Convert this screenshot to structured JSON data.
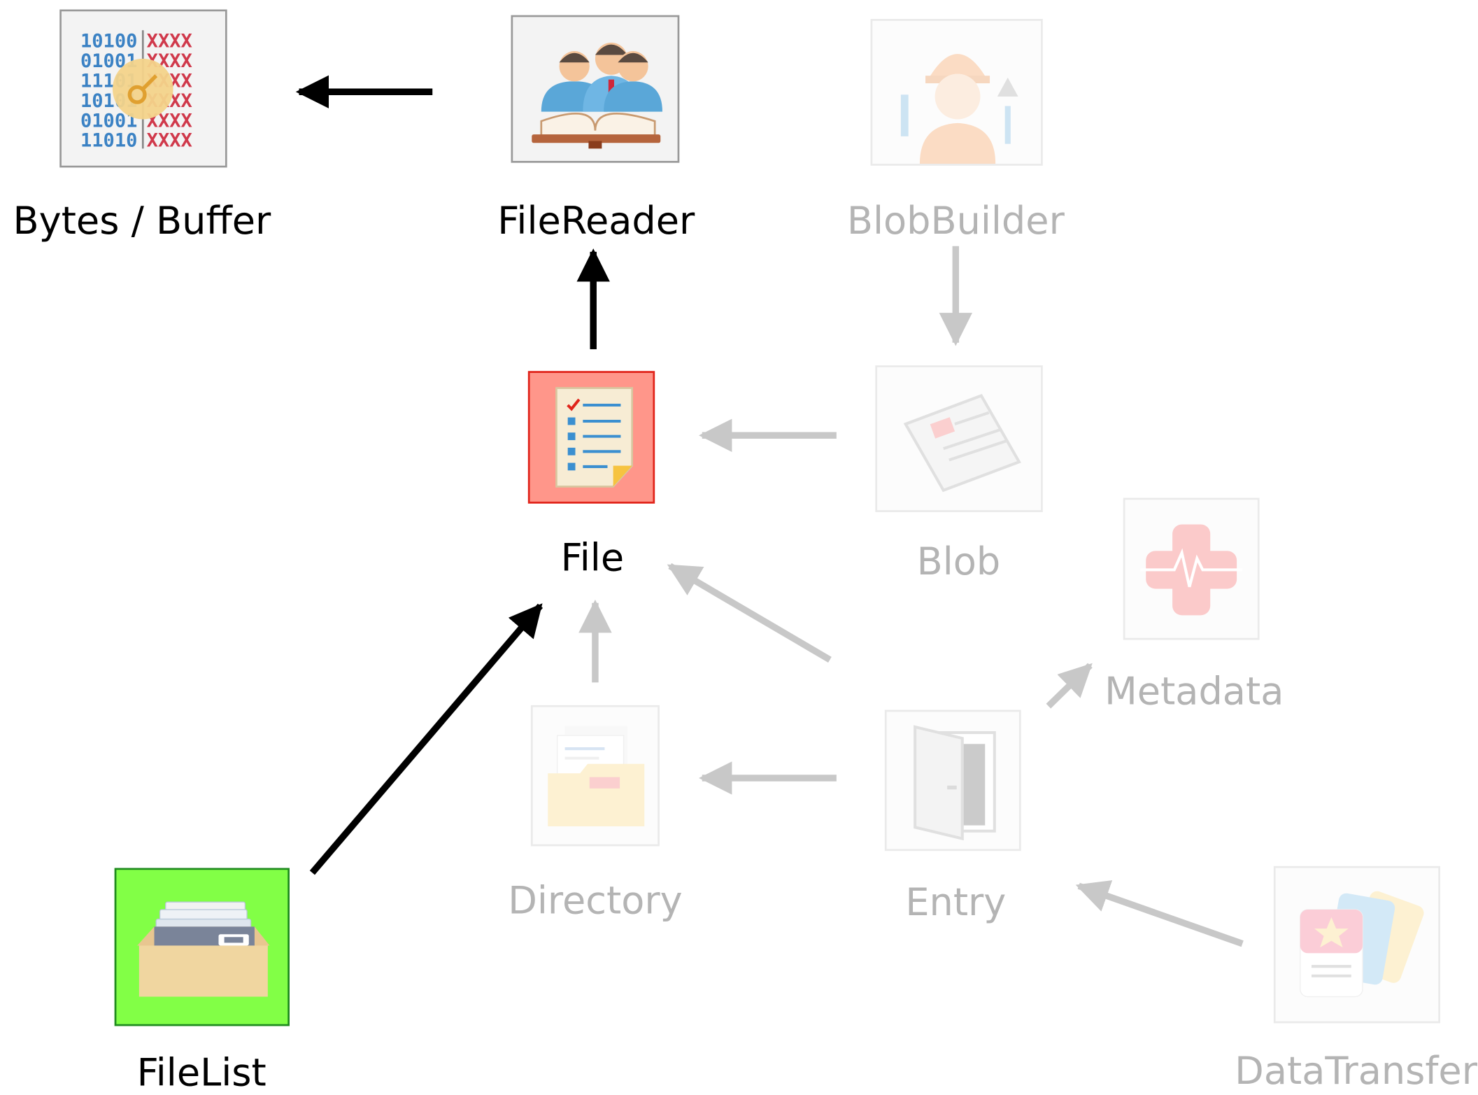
{
  "nodes": {
    "bytes_buffer": {
      "label": "Bytes / Buffer",
      "icon": "binary-key-icon",
      "state": "active"
    },
    "filereader": {
      "label": "FileReader",
      "icon": "readers-book-icon",
      "state": "active"
    },
    "blobbuilder": {
      "label": "BlobBuilder",
      "icon": "builder-worker-icon",
      "state": "faded"
    },
    "file": {
      "label": "File",
      "icon": "checklist-document-icon",
      "state": "highlighted",
      "fill": "#ff968a",
      "border": "#e0241b"
    },
    "blob": {
      "label": "Blob",
      "icon": "newspaper-icon",
      "state": "faded"
    },
    "metadata": {
      "label": "Metadata",
      "icon": "medical-cross-icon",
      "state": "faded"
    },
    "directory": {
      "label": "Directory",
      "icon": "folder-icon",
      "state": "faded"
    },
    "entry": {
      "label": "Entry",
      "icon": "door-icon",
      "state": "faded"
    },
    "filelist": {
      "label": "FileList",
      "icon": "file-drawer-icon",
      "state": "highlighted",
      "fill": "#82ff46",
      "border": "#1f8a1f"
    },
    "datatransfer": {
      "label": "DataTransfer",
      "icon": "cards-icon",
      "state": "faded"
    }
  },
  "edges": [
    {
      "from": "filereader",
      "to": "bytes_buffer",
      "state": "active"
    },
    {
      "from": "file",
      "to": "filereader",
      "state": "active"
    },
    {
      "from": "filelist",
      "to": "file",
      "state": "active"
    },
    {
      "from": "blobbuilder",
      "to": "blob",
      "state": "faded"
    },
    {
      "from": "blob",
      "to": "file",
      "state": "faded"
    },
    {
      "from": "entry",
      "to": "file",
      "state": "faded"
    },
    {
      "from": "directory",
      "to": "file",
      "state": "faded"
    },
    {
      "from": "entry",
      "to": "directory",
      "state": "faded"
    },
    {
      "from": "entry",
      "to": "metadata",
      "state": "faded"
    },
    {
      "from": "datatransfer",
      "to": "entry",
      "state": "faded"
    }
  ],
  "colors": {
    "active_arrow": "#000000",
    "faded_arrow": "#c8c8c8",
    "active_text": "#000000",
    "faded_text": "#b4b4b4"
  }
}
